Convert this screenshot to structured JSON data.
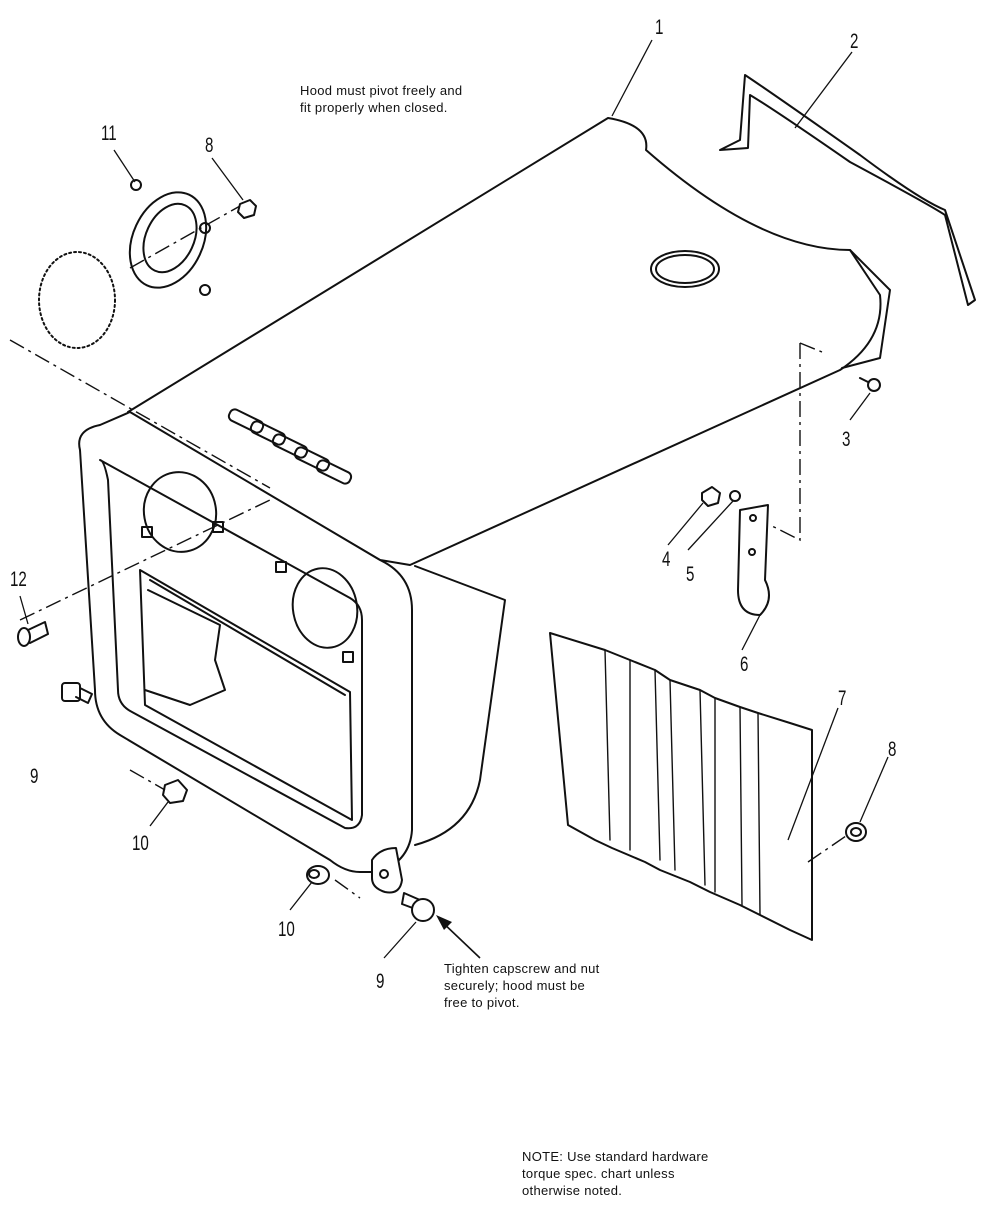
{
  "notes": {
    "pivot_note": "Hood must pivot freely and\nfit properly when closed.",
    "capscrew_note": "Tighten capscrew and nut\nsecurely; hood must be\nfree to pivot.",
    "hardware_note": "NOTE: Use standard hardware\ntorque spec. chart unless\notherwise noted."
  },
  "callouts": [
    "1",
    "2",
    "3",
    "4",
    "5",
    "6",
    "7",
    "8",
    "8",
    "9",
    "9",
    "10",
    "10",
    "11",
    "12"
  ],
  "parts": [
    {
      "ref": "1",
      "part": "hood"
    },
    {
      "ref": "2",
      "part": "hood-support-bracket"
    },
    {
      "ref": "3",
      "part": "screw"
    },
    {
      "ref": "4",
      "part": "nut"
    },
    {
      "ref": "5",
      "part": "washer"
    },
    {
      "ref": "6",
      "part": "latch-bracket"
    },
    {
      "ref": "7",
      "part": "side-panel"
    },
    {
      "ref": "8",
      "part": "nut"
    },
    {
      "ref": "9",
      "part": "capscrew"
    },
    {
      "ref": "10",
      "part": "nut"
    },
    {
      "ref": "11",
      "part": "headlight-bezel"
    },
    {
      "ref": "12",
      "part": "screw"
    }
  ]
}
